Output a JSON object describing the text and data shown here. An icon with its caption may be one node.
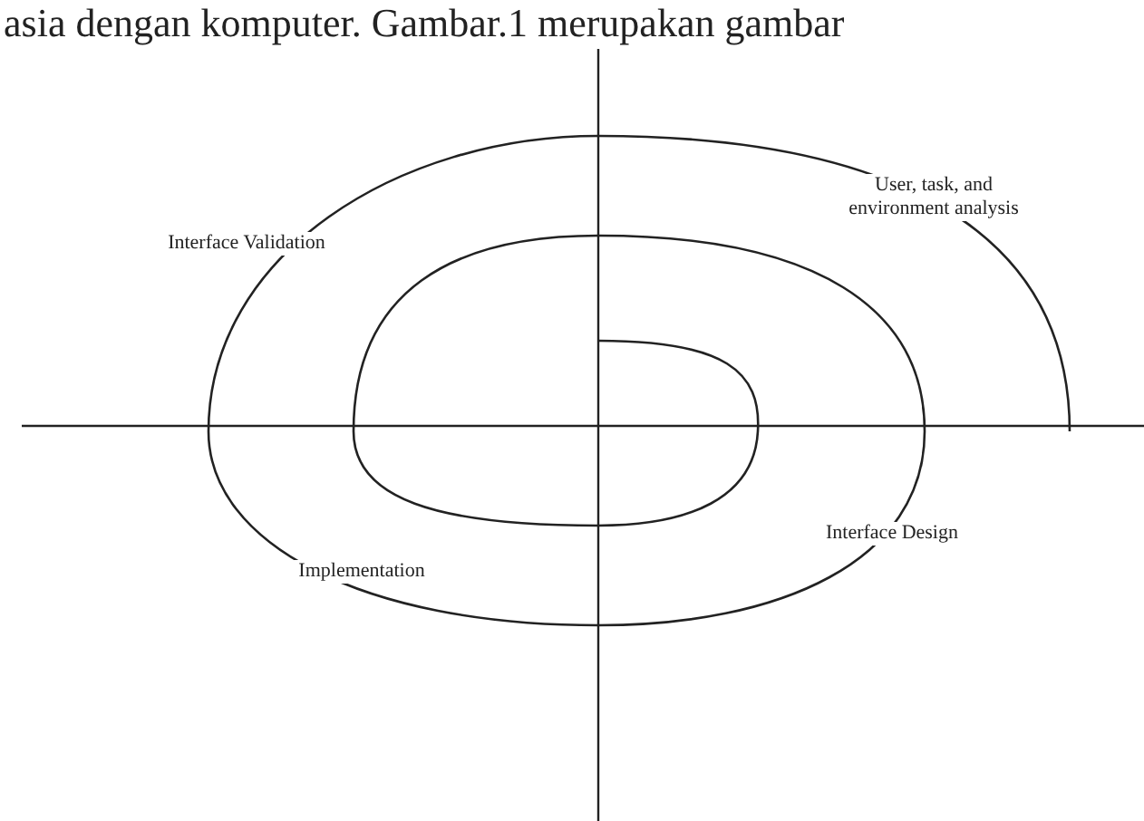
{
  "diagram": {
    "labels": [
      "asia dengan komputer. Gambar.1 merupakan gambar",
      "Interface Validation",
      "User, task, and environment analysis",
      "Interface Design",
      "Implementation"
    ]
  }
}
